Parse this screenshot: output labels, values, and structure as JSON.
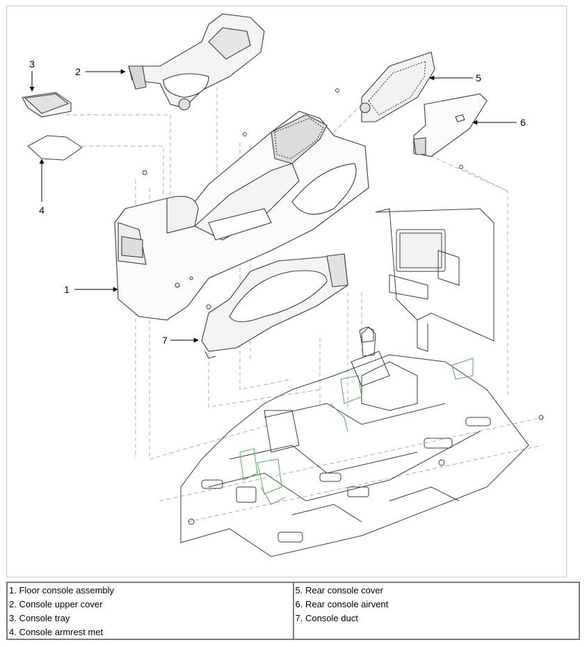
{
  "callouts": {
    "c1": "1",
    "c2": "2",
    "c3": "3",
    "c4": "4",
    "c5": "5",
    "c6": "6",
    "c7": "7"
  },
  "legend": {
    "left": [
      "1. Floor console assembly",
      "2. Console upper cover",
      "3. Console tray",
      "4. Console armrest met"
    ],
    "right": [
      "5. Rear console cover",
      "6. Rear console airvent",
      "7. Console duct"
    ]
  },
  "colors": {
    "line": "#3a3a3a",
    "leader": "#000000",
    "dash": "#9a9a9a",
    "highlight": "#4caf50",
    "frame": "#c8c8c8",
    "legend_border": "#7a7a7a"
  }
}
